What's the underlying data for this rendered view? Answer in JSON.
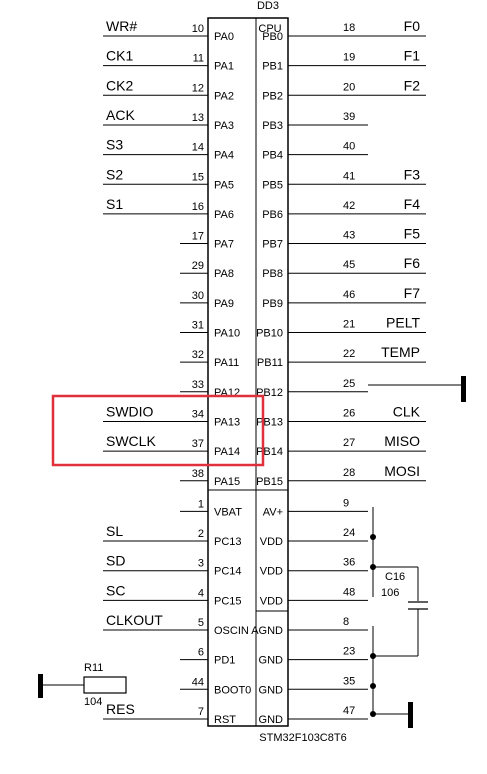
{
  "chip": {
    "designator": "DD3",
    "section": "CPU",
    "part_number": "STM32F103C8T6"
  },
  "left_pins": [
    {
      "net": "WR#",
      "num": "10",
      "name": "PA0"
    },
    {
      "net": "CK1",
      "num": "11",
      "name": "PA1"
    },
    {
      "net": "CK2",
      "num": "12",
      "name": "PA2"
    },
    {
      "net": "ACK",
      "num": "13",
      "name": "PA3"
    },
    {
      "net": "S3",
      "num": "14",
      "name": "PA4"
    },
    {
      "net": "S2",
      "num": "15",
      "name": "PA5"
    },
    {
      "net": "S1",
      "num": "16",
      "name": "PA6"
    },
    {
      "net": "",
      "num": "17",
      "name": "PA7"
    },
    {
      "net": "",
      "num": "29",
      "name": "PA8"
    },
    {
      "net": "",
      "num": "30",
      "name": "PA9"
    },
    {
      "net": "",
      "num": "31",
      "name": "PA10"
    },
    {
      "net": "",
      "num": "32",
      "name": "PA11"
    },
    {
      "net": "",
      "num": "33",
      "name": "PA12"
    },
    {
      "net": "SWDIO",
      "num": "34",
      "name": "PA13"
    },
    {
      "net": "SWCLK",
      "num": "37",
      "name": "PA14"
    },
    {
      "net": "",
      "num": "38",
      "name": "PA15"
    },
    {
      "net": "",
      "num": "1",
      "name": "VBAT"
    },
    {
      "net": "SL",
      "num": "2",
      "name": "PC13"
    },
    {
      "net": "SD",
      "num": "3",
      "name": "PC14"
    },
    {
      "net": "SC",
      "num": "4",
      "name": "PC15"
    },
    {
      "net": "CLKOUT",
      "num": "5",
      "name": "OSCIN"
    },
    {
      "net": "",
      "num": "6",
      "name": "PD1"
    },
    {
      "net": "",
      "num": "44",
      "name": "BOOT0"
    },
    {
      "net": "RES",
      "num": "7",
      "name": "RST"
    }
  ],
  "right_pins": [
    {
      "net": "F0",
      "num": "18",
      "name": "PB0"
    },
    {
      "net": "F1",
      "num": "19",
      "name": "PB1"
    },
    {
      "net": "F2",
      "num": "20",
      "name": "PB2"
    },
    {
      "net": "",
      "num": "39",
      "name": "PB3"
    },
    {
      "net": "",
      "num": "40",
      "name": "PB4"
    },
    {
      "net": "F3",
      "num": "41",
      "name": "PB5"
    },
    {
      "net": "F4",
      "num": "42",
      "name": "PB6"
    },
    {
      "net": "F5",
      "num": "43",
      "name": "PB7"
    },
    {
      "net": "F6",
      "num": "45",
      "name": "PB8"
    },
    {
      "net": "F7",
      "num": "46",
      "name": "PB9"
    },
    {
      "net": "PELT",
      "num": "21",
      "name": "PB10"
    },
    {
      "net": "TEMP",
      "num": "22",
      "name": "PB11"
    },
    {
      "net": "",
      "num": "25",
      "name": "PB12"
    },
    {
      "net": "CLK",
      "num": "26",
      "name": "PB13"
    },
    {
      "net": "MISO",
      "num": "27",
      "name": "PB14"
    },
    {
      "net": "MOSI",
      "num": "28",
      "name": "PB15"
    },
    {
      "net": "",
      "num": "9",
      "name": "AV+"
    },
    {
      "net": "",
      "num": "24",
      "name": "VDD"
    },
    {
      "net": "",
      "num": "36",
      "name": "VDD"
    },
    {
      "net": "",
      "num": "48",
      "name": "VDD"
    },
    {
      "net": "",
      "num": "8",
      "name": "AGND"
    },
    {
      "net": "",
      "num": "23",
      "name": "GND"
    },
    {
      "net": "",
      "num": "35",
      "name": "GND"
    },
    {
      "net": "",
      "num": "47",
      "name": "GND"
    }
  ],
  "resistor": {
    "ref": "R11",
    "value": "104"
  },
  "capacitor": {
    "ref": "C16",
    "value": "106"
  }
}
